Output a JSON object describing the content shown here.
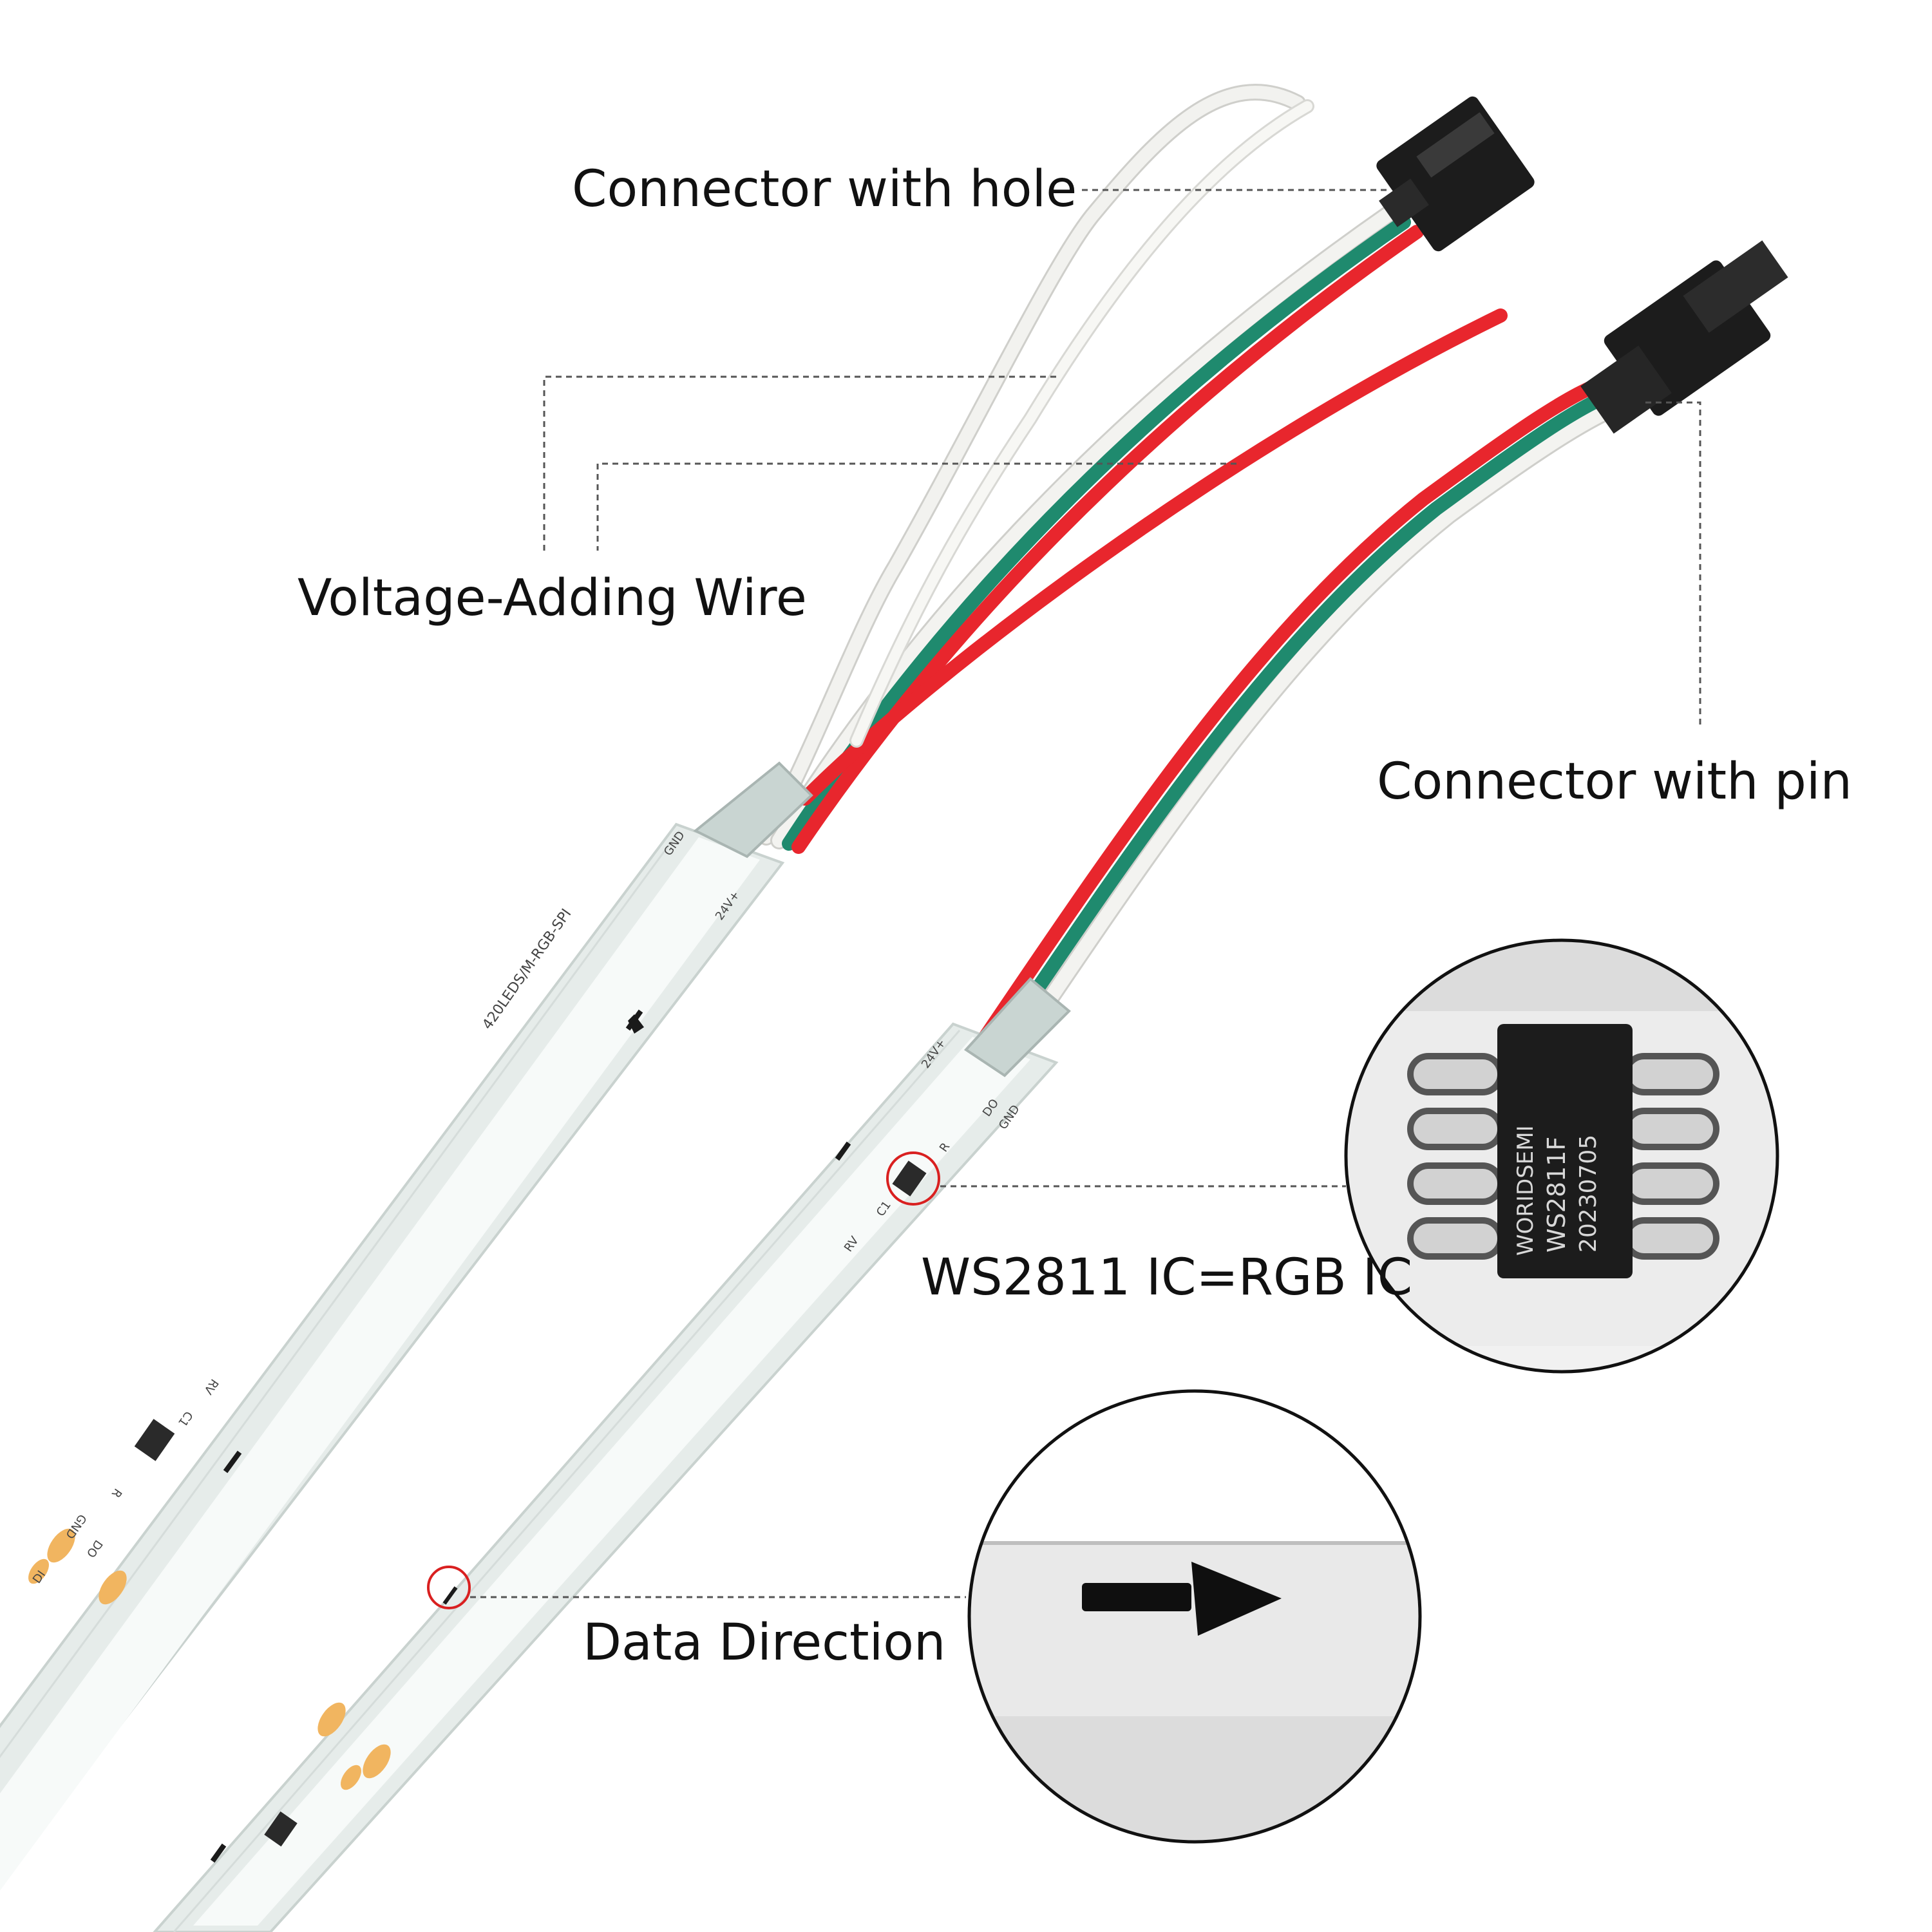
{
  "labels": {
    "connector_hole": "Connector with hole",
    "voltage_wire": "Voltage-Adding Wire",
    "connector_pin": "Connector with pin",
    "ws2811": "WS2811 IC=RGB IC",
    "data_direction": "Data Direction"
  },
  "strip_print": {
    "model": "420LEDS/M-RGB-SPI",
    "gnd": "GND",
    "di": "DI",
    "do": "DO",
    "v24": "24V+",
    "r": "R",
    "c1": "C1",
    "rv": "RV"
  },
  "chip": {
    "line1": "WORIDSEMI",
    "line2": "WS2811F",
    "line3": "20230705"
  },
  "colors": {
    "wire_red": "#e8262d",
    "wire_green": "#1f8a6e",
    "wire_white": "#efefec",
    "strip": "#eef2f1",
    "connector": "#1c1c1c"
  }
}
